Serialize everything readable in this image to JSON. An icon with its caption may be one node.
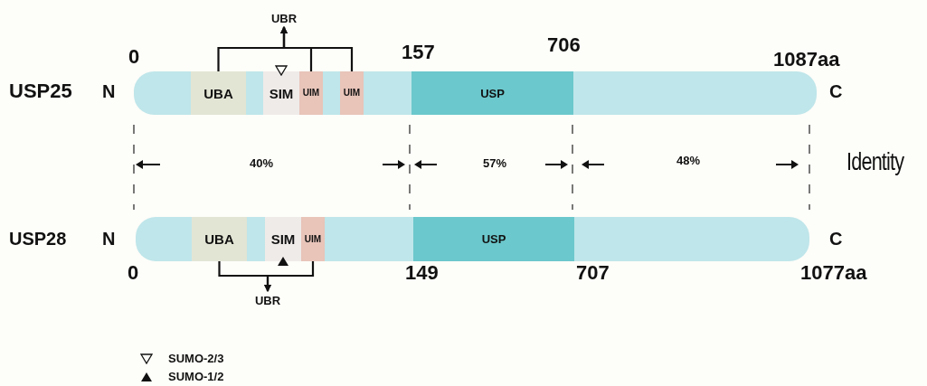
{
  "diagram": {
    "nodes": [
      {
        "text": [],
        "shape": "bar"
      },
      {
        "text": [
          "UBA"
        ],
        "in": 0
      },
      {
        "text": [
          "SIM"
        ],
        "in": 0
      },
      {
        "text": [
          "UIM"
        ],
        "in": 0
      },
      {
        "text": [
          "UIM"
        ],
        "in": 0
      },
      {
        "text": [
          "USP"
        ],
        "in": 0
      },
      {
        "text": [
          "UBR"
        ]
      },
      {
        "text": [],
        "shape": "bar"
      },
      {
        "text": [
          "UBA"
        ],
        "in": 7
      },
      {
        "text": [
          "SIM"
        ],
        "in": 7
      },
      {
        "text": [
          "UIM"
        ],
        "in": 7
      },
      {
        "text": [
          "USP"
        ],
        "in": 7
      },
      {
        "text": [
          "UBR"
        ]
      }
    ],
    "edges": [
      {
        "from": 1,
        "to": 6,
        "arrow": "to"
      },
      {
        "from": 3,
        "to": 6,
        "arrow": "to"
      },
      {
        "from": 4,
        "to": 6,
        "arrow": "to"
      },
      {
        "from": 8,
        "to": 12,
        "arrow": "to"
      },
      {
        "from": 10,
        "to": 12,
        "arrow": "to"
      }
    ],
    "labels": [
      "0",
      "157",
      "706",
      "1087aa",
      "USP25",
      "N",
      "C",
      "40%",
      "57%",
      "48%",
      "Identity",
      "USP28",
      "N",
      "C",
      "0",
      "149",
      "707",
      "1077aa"
    ],
    "legend": [
      {
        "text": "SUMO-2/3"
      },
      {
        "text": "SUMO-1/2"
      }
    ]
  }
}
